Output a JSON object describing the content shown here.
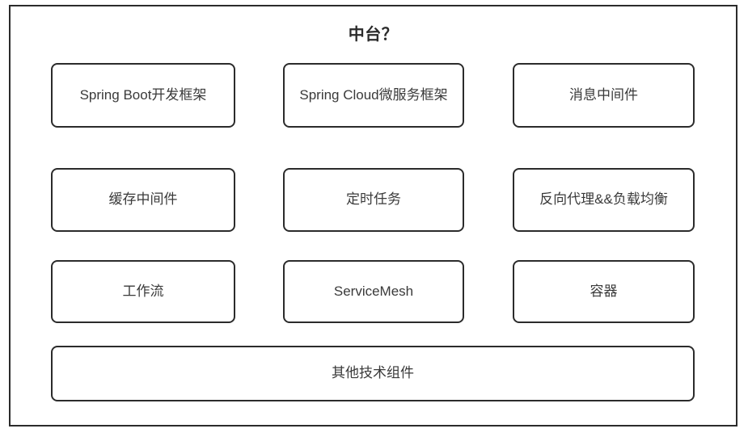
{
  "diagram": {
    "title": "中台？",
    "colors": {
      "border": "#2b2b2b",
      "background": "#ffffff",
      "text": "#3a3a3a",
      "title_text": "#2b2b2b"
    },
    "rows": [
      {
        "row_name": "row-1",
        "nodes": [
          {
            "label": "Spring Boot开发框架"
          },
          {
            "label": "Spring Cloud微服务框架"
          },
          {
            "label": "消息中间件"
          }
        ]
      },
      {
        "row_name": "row-2",
        "nodes": [
          {
            "label": "缓存中间件"
          },
          {
            "label": "定时任务"
          },
          {
            "label": "反向代理&&负载均衡"
          }
        ]
      },
      {
        "row_name": "row-3",
        "nodes": [
          {
            "label": "工作流"
          },
          {
            "label": "ServiceMesh"
          },
          {
            "label": "容器"
          }
        ]
      },
      {
        "row_name": "row-4",
        "nodes": [
          {
            "label": "其他技术组件"
          }
        ]
      }
    ]
  }
}
